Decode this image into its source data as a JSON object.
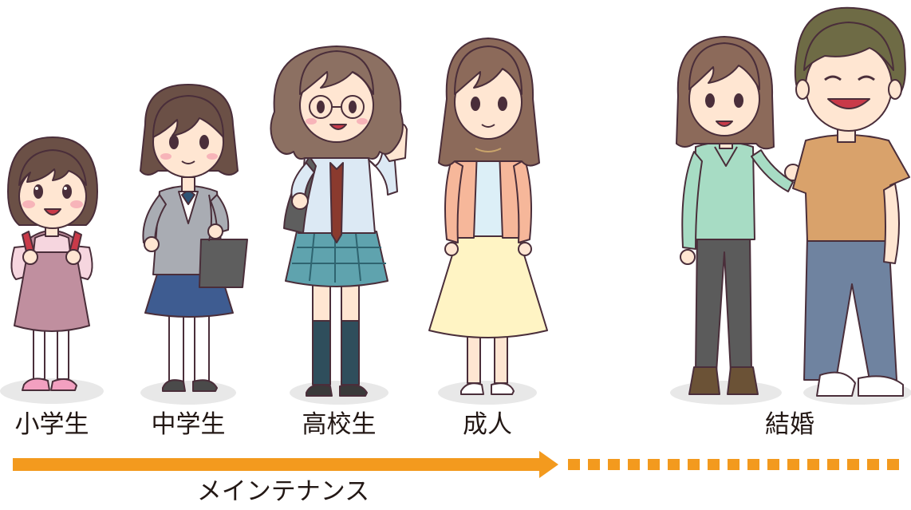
{
  "stages": [
    {
      "label": "小学生"
    },
    {
      "label": "中学生"
    },
    {
      "label": "高校生"
    },
    {
      "label": "成人"
    },
    {
      "label": "結婚"
    }
  ],
  "arrow": {
    "caption": "メインテナンス",
    "color": "#F39A1E",
    "dash_count": 17
  },
  "colors": {
    "outline": "#4A2E3A",
    "skin": "#FFE6D2",
    "cheek": "#F7B4B9",
    "hair_brown": "#6B5046",
    "hair_olive": "#6E6B45",
    "shadow": "#E8E8E8",
    "dress_pink": "#C08F9F",
    "randoseru": "#C93A49",
    "blazer_gray": "#A9ACB3",
    "skirt_navy": "#3E5C91",
    "tartan_teal": "#5FA3AE",
    "tie_brown": "#8A3A2E",
    "cardigan_peach": "#F6B79A",
    "skirt_cream": "#FFF4C4",
    "sweater_mint": "#A7DCC4",
    "pants_gray": "#5B5B5B",
    "tshirt_tan": "#D9A26B",
    "jeans_blue": "#6F83A0"
  }
}
